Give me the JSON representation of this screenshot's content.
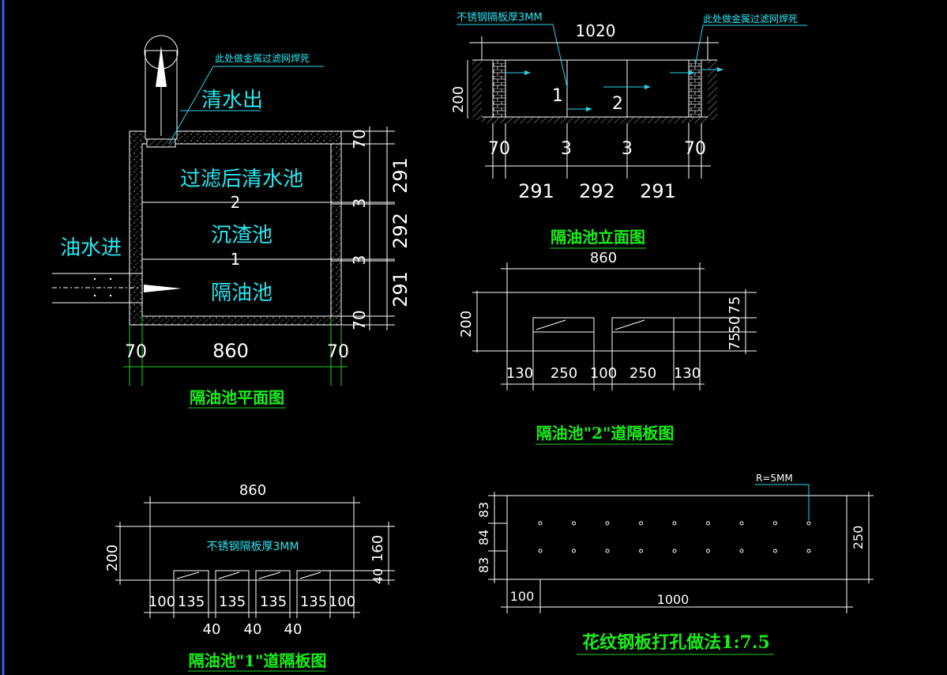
{
  "colors": {
    "background": "#000000",
    "line": "#ffffff",
    "title": "#19ee19",
    "label": "#29e6f0",
    "dim": "#1ed11e"
  },
  "plan": {
    "title": "隔油池平面图",
    "weld_note": "此处做金属过滤网焊死",
    "outlet": "清水出",
    "inlet": "油水进",
    "chamber_top": "过滤后清水池",
    "chamber_mid": "沉渣池",
    "chamber_bot": "隔油池",
    "plate_2": "2",
    "plate_1": "1",
    "dims_right": [
      "70",
      "291",
      "3",
      "292",
      "3",
      "291",
      "70"
    ],
    "dims_bottom": [
      "70",
      "860",
      "70"
    ]
  },
  "elevation": {
    "title": "隔油池立面图",
    "note_left": "不锈钢隔板厚3MM",
    "note_right": "此处做金属过滤网焊死",
    "top_dim": "1020",
    "height": "200",
    "plate_1": "1",
    "plate_2": "2",
    "dims_row1": [
      "70",
      "3",
      "3",
      "70"
    ],
    "dims_row2": [
      "291",
      "292",
      "291"
    ]
  },
  "plate2": {
    "title": "隔油池\"2\"道隔板图",
    "top_dim": "860",
    "height": "200",
    "right_dims": [
      "75",
      "50",
      "75"
    ],
    "bottom_dims": [
      "130",
      "250",
      "100",
      "250",
      "130"
    ]
  },
  "plate1": {
    "title": "隔油池\"1\"道隔板图",
    "note": "不锈钢隔板厚3MM",
    "top_dim": "860",
    "height": "200",
    "right_dims": [
      "160",
      "40"
    ],
    "bottom_dims": [
      "100",
      "135",
      "135",
      "135",
      "135",
      "100"
    ],
    "gap_dims": [
      "40",
      "40",
      "40"
    ]
  },
  "steel": {
    "title": "花纹钢板打孔做法1:7.5",
    "radius": "R=5MM",
    "left_dims": [
      "83",
      "84",
      "83"
    ],
    "right_dim": "250",
    "bottom_dims": [
      "100",
      "1000"
    ]
  }
}
